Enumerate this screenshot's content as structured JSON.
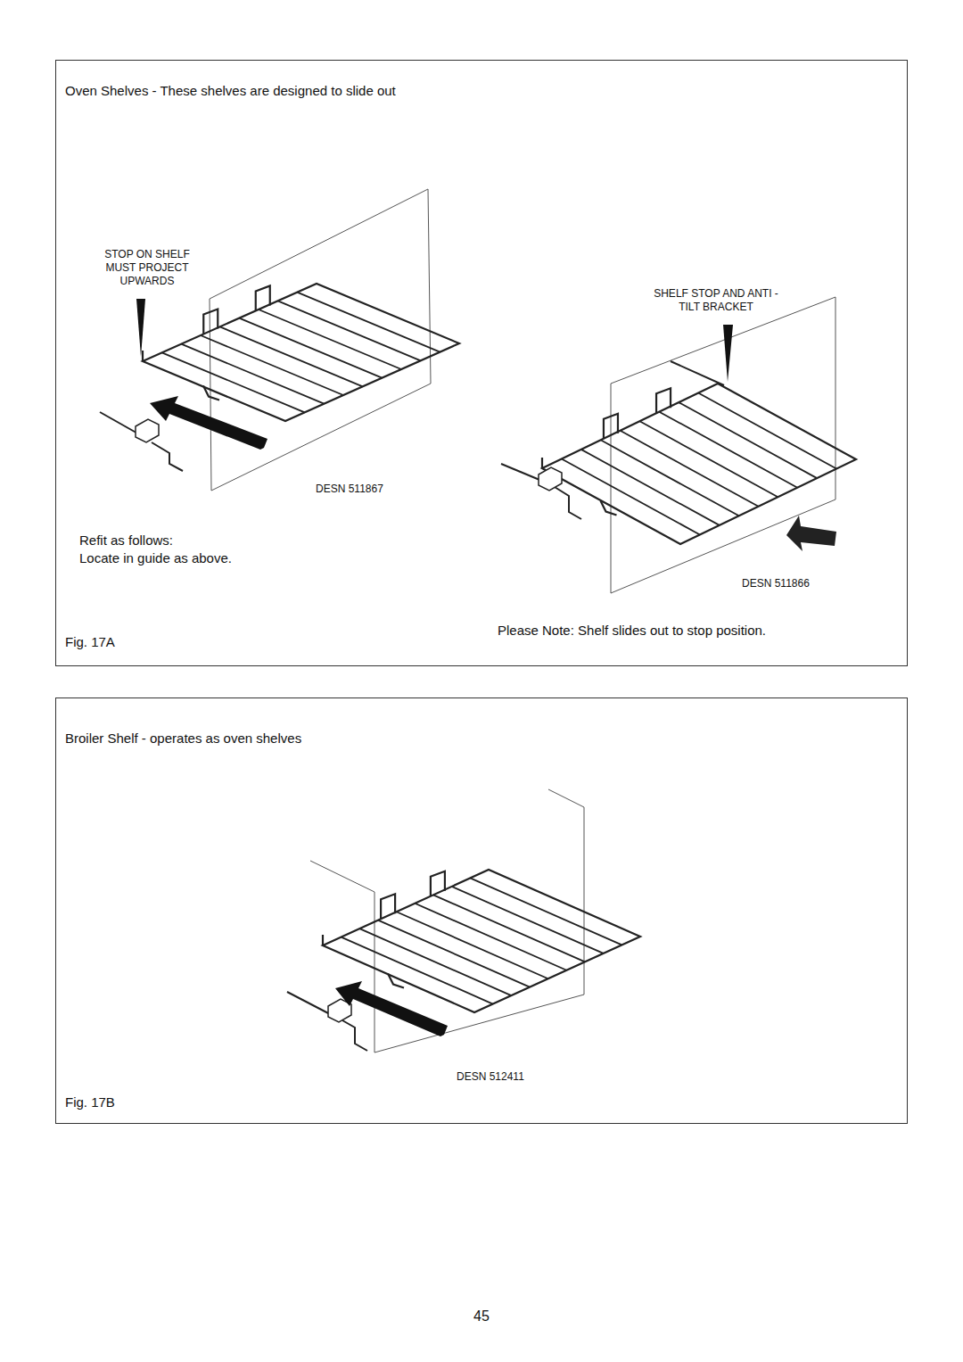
{
  "diagram": {
    "nodes": [
      {
        "text": [
          "Oven Shelves - These shelves are designed to slide out",
          "Refit as follows:",
          "Locate in guide as above.",
          "Please Note: Shelf slides out to stop position.",
          "Fig. 17A"
        ]
      },
      {
        "text": [
          "Broiler Shelf - operates as oven shelves",
          "Fig. 17B"
        ]
      }
    ],
    "labels": [
      "STOP ON SHELF MUST PROJECT UPWARDS",
      "SHELF STOP AND ANTI -TILT BRACKET",
      "DESN 511867",
      "DESN 511866",
      "DESN 512411",
      "45"
    ]
  }
}
